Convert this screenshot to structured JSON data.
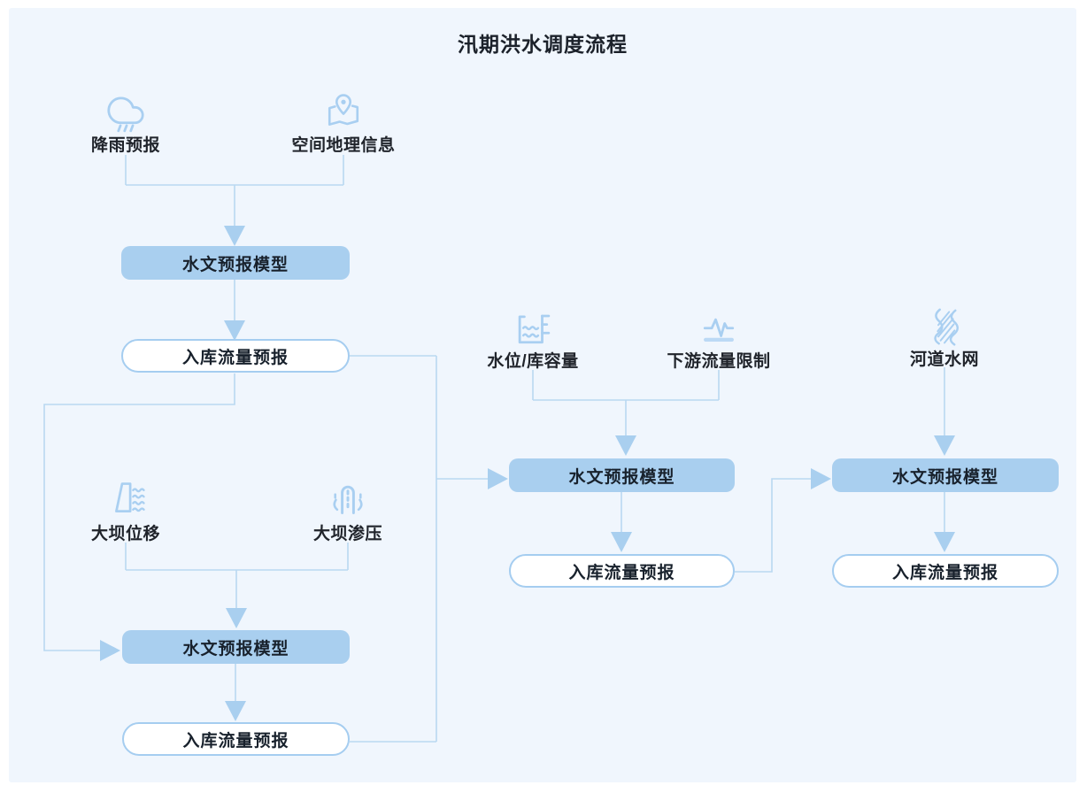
{
  "title": "汛期洪水调度流程",
  "colors": {
    "panel_bg": "#f0f6fd",
    "node_fill": "#a9cfef",
    "node_text": "#18212c",
    "pill_bg": "#ffffff",
    "pill_border": "#a5cdf0",
    "connector_line": "#b9d8f1",
    "arrow": "#a9cfef",
    "icon": "#a9cff1"
  },
  "flows": [
    {
      "inputs": [
        {
          "label": "降雨预报",
          "icon": "cloud-rain-icon"
        },
        {
          "label": "空间地理信息",
          "icon": "map-pin-icon"
        }
      ],
      "model": "水文预报模型",
      "output": "入库流量预报"
    },
    {
      "inputs": [
        {
          "label": "大坝位移",
          "icon": "dam-icon"
        },
        {
          "label": "大坝渗压",
          "icon": "dam-seepage-icon"
        }
      ],
      "model": "水文预报模型",
      "output": "入库流量预报"
    },
    {
      "inputs": [
        {
          "label": "水位/库容量",
          "icon": "water-gauge-icon"
        },
        {
          "label": "下游流量限制",
          "icon": "flow-limit-icon"
        }
      ],
      "model": "水文预报模型",
      "output": "入库流量预报"
    },
    {
      "inputs": [
        {
          "label": "河道水网",
          "icon": "river-network-icon"
        }
      ],
      "model": "水文预报模型",
      "output": "入库流量预报"
    }
  ]
}
